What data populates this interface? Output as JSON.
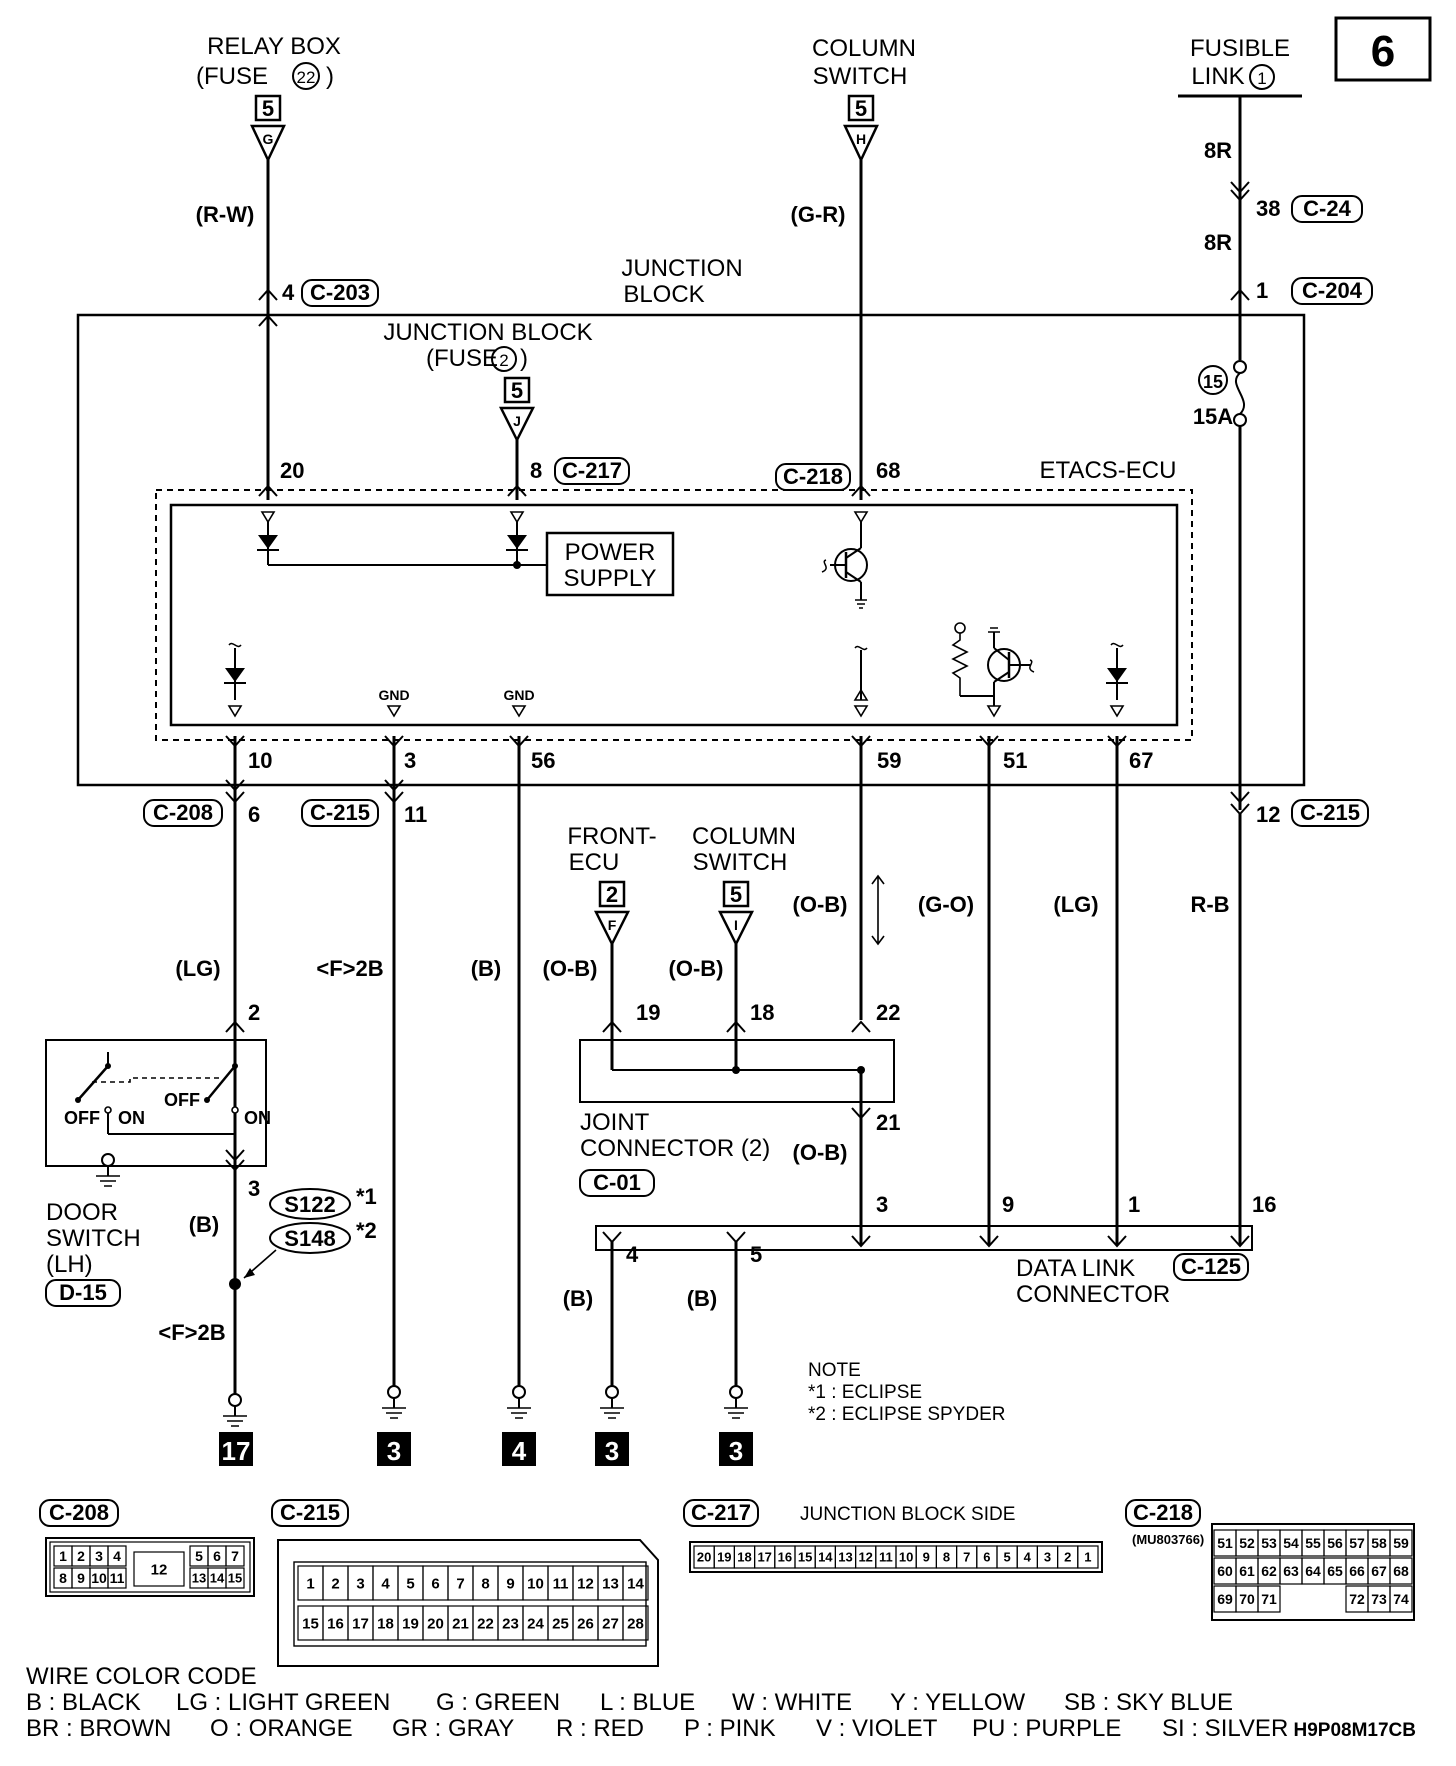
{
  "page_number": "6",
  "diagram_code": "H9P08M17CB",
  "sources": {
    "relay_box": {
      "line1": "RELAY BOX",
      "line2": "(FUSE",
      "fuse": "22",
      "close": ")",
      "page": "5",
      "letter": "G",
      "wire": "(R-W)",
      "pin": "4",
      "connector": "C-203"
    },
    "column_switch": {
      "line1": "COLUMN",
      "line2": "SWITCH",
      "page": "5",
      "letter": "H",
      "wire": "(G-R)"
    },
    "fusible_link": {
      "line1": "FUSIBLE",
      "line2": "LINK",
      "num": "1",
      "wire_a": "8R",
      "pin_a": "38",
      "conn_a": "C-24",
      "wire_b": "8R",
      "pin_b": "1",
      "conn_b": "C-204"
    }
  },
  "junction_block": {
    "title1": "JUNCTION",
    "title2": "BLOCK",
    "fuse_title1": "JUNCTION BLOCK",
    "fuse_title2": "(FUSE",
    "fuse_num": "2",
    "fuse_close": ")",
    "fuse_page": "5",
    "fuse_letter": "J",
    "fuse15_num": "15",
    "fuse15_rating": "15A"
  },
  "ecu": {
    "title": "ETACS-ECU",
    "pin_20": "20",
    "pin_8": "8",
    "conn_8": "C-217",
    "conn_68": "C-218",
    "pin_68": "68",
    "power_supply1": "POWER",
    "power_supply2": "SUPPLY",
    "gnd1": "GND",
    "gnd2": "GND",
    "bottom_pins": [
      "10",
      "3",
      "56",
      "59",
      "51",
      "67"
    ]
  },
  "lower": {
    "c208": "C-208",
    "pin_6": "6",
    "c215": "C-215",
    "pin_11": "11",
    "pin_12": "12",
    "c215b": "C-215",
    "wire_lg": "(LG)",
    "wire_f2b": "<F>2B",
    "wire_b": "(B)",
    "wire_ob1": "(O-B)",
    "wire_ob2": "(O-B)",
    "wire_ob3": "(O-B)",
    "wire_go": "(G-O)",
    "wire_lg2": "(LG)",
    "wire_rb": "R-B",
    "front_ecu1": "FRONT-",
    "front_ecu2": "ECU",
    "front_page": "2",
    "front_letter": "F",
    "col_sw1": "COLUMN",
    "col_sw2": "SWITCH",
    "col_page": "5",
    "col_letter": "I",
    "pin_19": "19",
    "pin_18": "18",
    "pin_22": "22",
    "pin_21": "21",
    "joint1": "JOINT",
    "joint2": "CONNECTOR (2)",
    "joint_conn": "C-01",
    "wire_ob4": "(O-B)",
    "door_pin2": "2",
    "door_pin3": "3",
    "off1": "OFF",
    "on1": "ON",
    "off2": "OFF",
    "on2": "ON",
    "door1": "DOOR",
    "door2": "SWITCH",
    "door3": "(LH)",
    "door_conn": "D-15",
    "door_wire_b": "(B)",
    "s122": "S122",
    "s148": "S148",
    "star1": "*1",
    "star2": "*2",
    "door_f2b": "<F>2B",
    "dlc_pins_top": [
      "3",
      "9",
      "1",
      "16"
    ],
    "dlc_pins_bot": [
      "4",
      "5"
    ],
    "dlc_wire_b1": "(B)",
    "dlc_wire_b2": "(B)",
    "dlc1": "DATA LINK",
    "dlc2": "CONNECTOR",
    "dlc_conn": "C-125",
    "grounds": [
      "17",
      "3",
      "4",
      "3",
      "3"
    ],
    "note_title": "NOTE",
    "note1": "*1 : ECLIPSE",
    "note2": "*2 : ECLIPSE SPYDER"
  },
  "connectors": {
    "c208": {
      "name": "C-208",
      "row1": [
        "1",
        "2",
        "3",
        "4",
        "",
        "5",
        "6",
        "7"
      ],
      "row2": [
        "8",
        "9",
        "10",
        "11",
        "12",
        "13",
        "14",
        "15"
      ]
    },
    "c215": {
      "name": "C-215",
      "row1": [
        "1",
        "2",
        "3",
        "4",
        "5",
        "6",
        "7",
        "8",
        "9",
        "10",
        "11",
        "12",
        "13",
        "14"
      ],
      "row2": [
        "15",
        "16",
        "17",
        "18",
        "19",
        "20",
        "21",
        "22",
        "23",
        "24",
        "25",
        "26",
        "27",
        "28"
      ]
    },
    "c217": {
      "name": "C-217",
      "side": "JUNCTION BLOCK SIDE",
      "row": [
        "20",
        "19",
        "18",
        "17",
        "16",
        "15",
        "14",
        "13",
        "12",
        "11",
        "10",
        "9",
        "8",
        "7",
        "6",
        "5",
        "4",
        "3",
        "2",
        "1"
      ]
    },
    "c218": {
      "name": "C-218",
      "part": "(MU803766)",
      "row1": [
        "51",
        "52",
        "53",
        "54",
        "55",
        "56",
        "57",
        "58",
        "59"
      ],
      "row2": [
        "60",
        "61",
        "62",
        "63",
        "64",
        "65",
        "66",
        "67",
        "68"
      ],
      "row3": [
        "69",
        "70",
        "71",
        "",
        "",
        "",
        "72",
        "73",
        "74"
      ]
    }
  },
  "wire_color_code": {
    "title": "WIRE COLOR CODE",
    "row1": [
      "B : BLACK",
      "LG : LIGHT GREEN",
      "G : GREEN",
      "L : BLUE",
      "W : WHITE",
      "Y : YELLOW",
      "SB : SKY BLUE"
    ],
    "row2": [
      "BR : BROWN",
      "O : ORANGE",
      "GR : GRAY",
      "R : RED",
      "P : PINK",
      "V : VIOLET",
      "PU : PURPLE",
      "SI : SILVER"
    ]
  }
}
